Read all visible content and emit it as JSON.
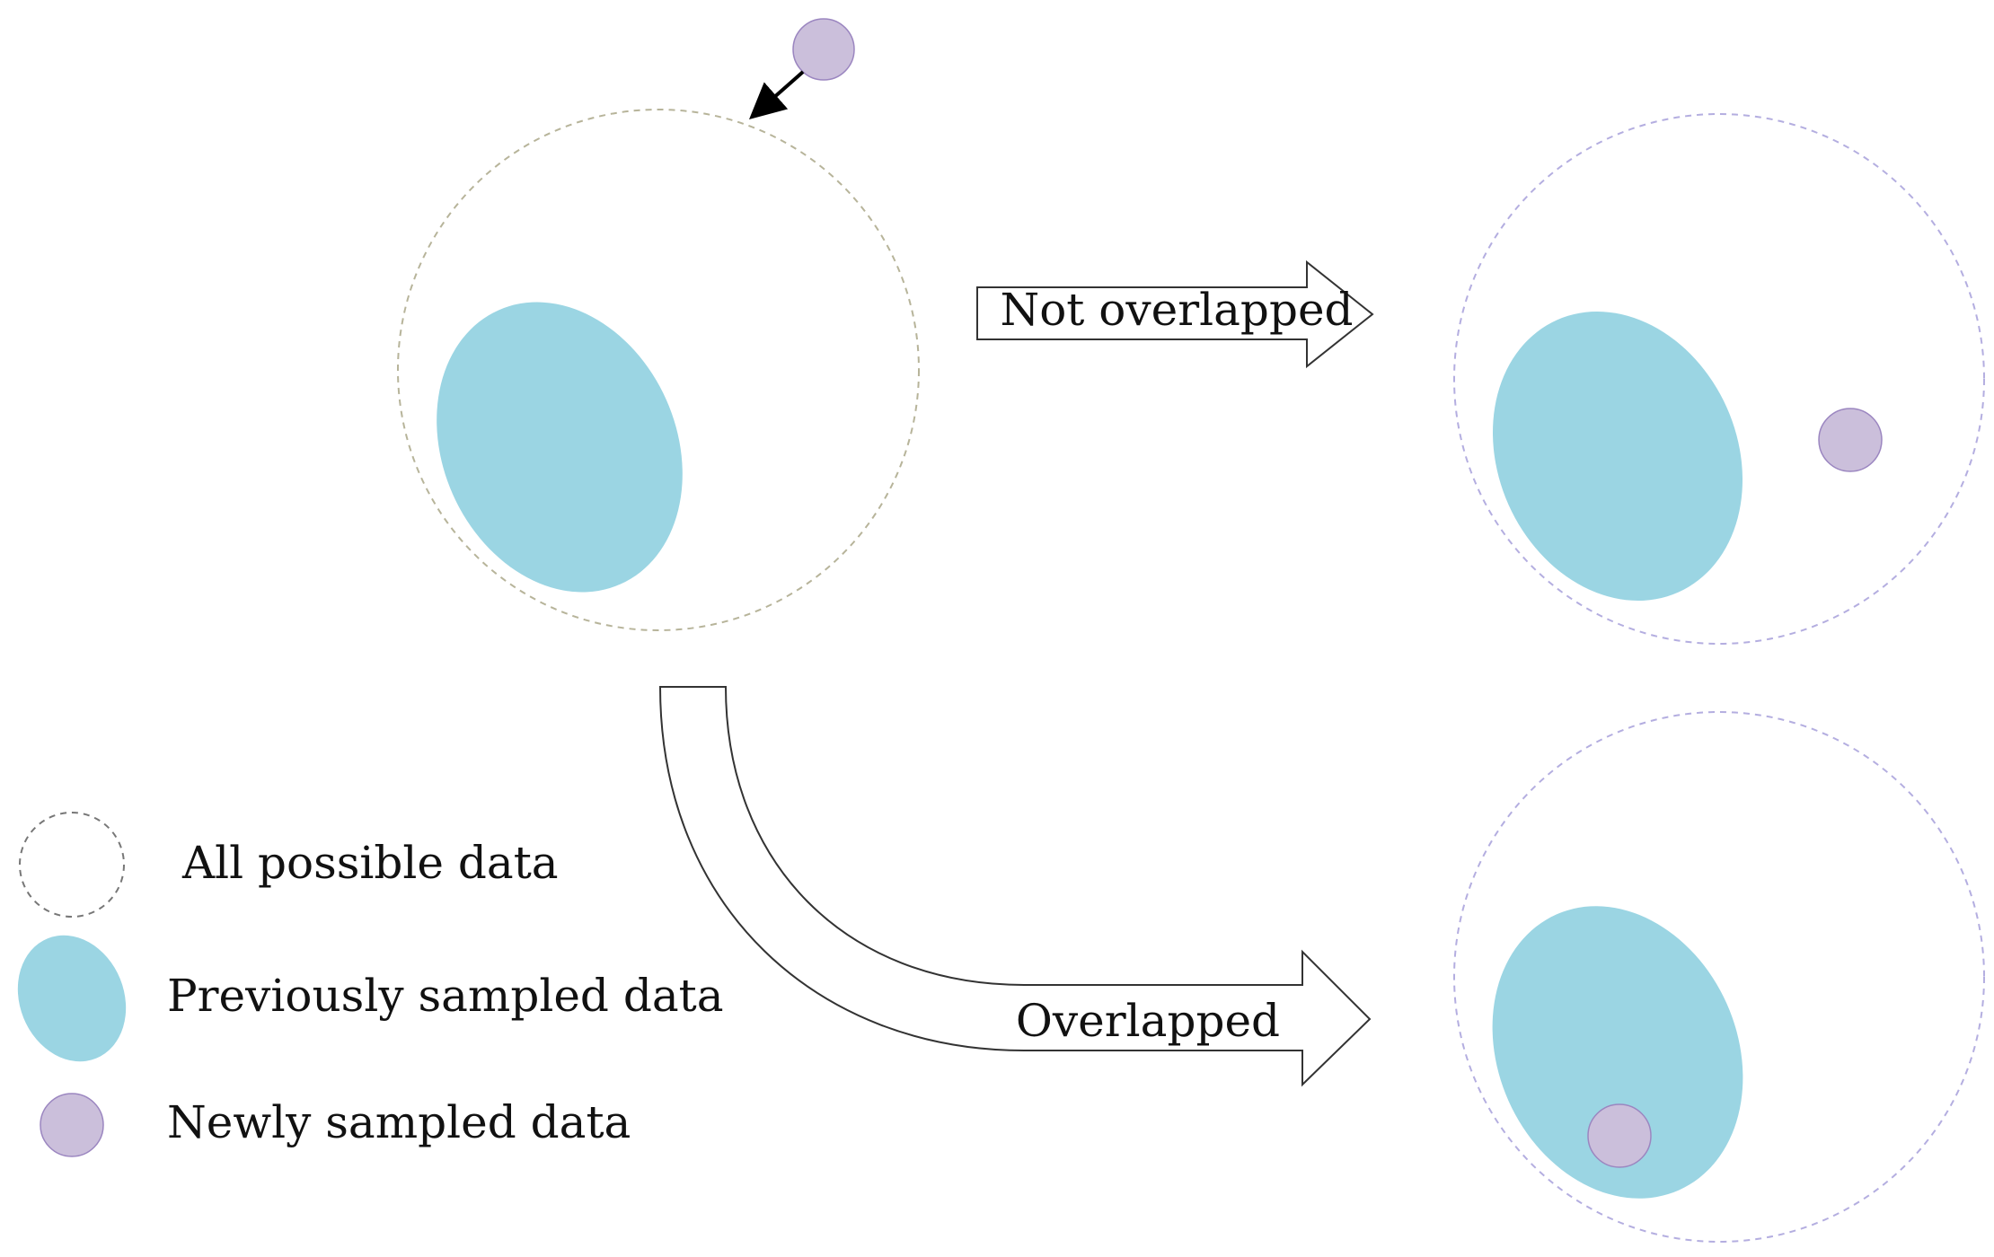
{
  "labels": {
    "not_overlapped": "Not overlapped",
    "overlapped": "Overlapped"
  },
  "legend": {
    "all_possible": "All possible data",
    "previously_sampled": "Previously sampled data",
    "newly_sampled": "Newly sampled data"
  },
  "colors": {
    "previously_sampled": "#9bd5e3",
    "newly_sampled": "#cbbfdb",
    "newly_sampled_stroke": "#9b86c0",
    "circle_left_border": "#b7b49a",
    "circle_right_border": "#b4aee0",
    "legend_circle_border": "#777777",
    "arrow_outline": "#333333"
  }
}
